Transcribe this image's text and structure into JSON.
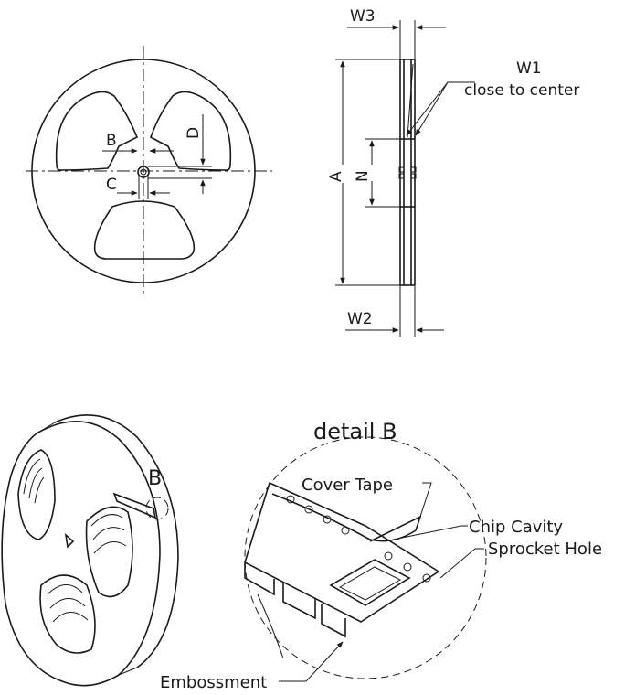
{
  "labels": {
    "b": "B",
    "c": "C",
    "d": "D",
    "a": "A",
    "n": "N",
    "w1": "W1",
    "w1_note": "close to center",
    "w2": "W2",
    "w3": "W3",
    "detail_title": "detail B",
    "detail_marker": "B",
    "cover_tape": "Cover Tape",
    "chip_cavity": "Chip Cavity",
    "sprocket_hole": "Sprocket Hole",
    "embossment": "Embossment"
  }
}
